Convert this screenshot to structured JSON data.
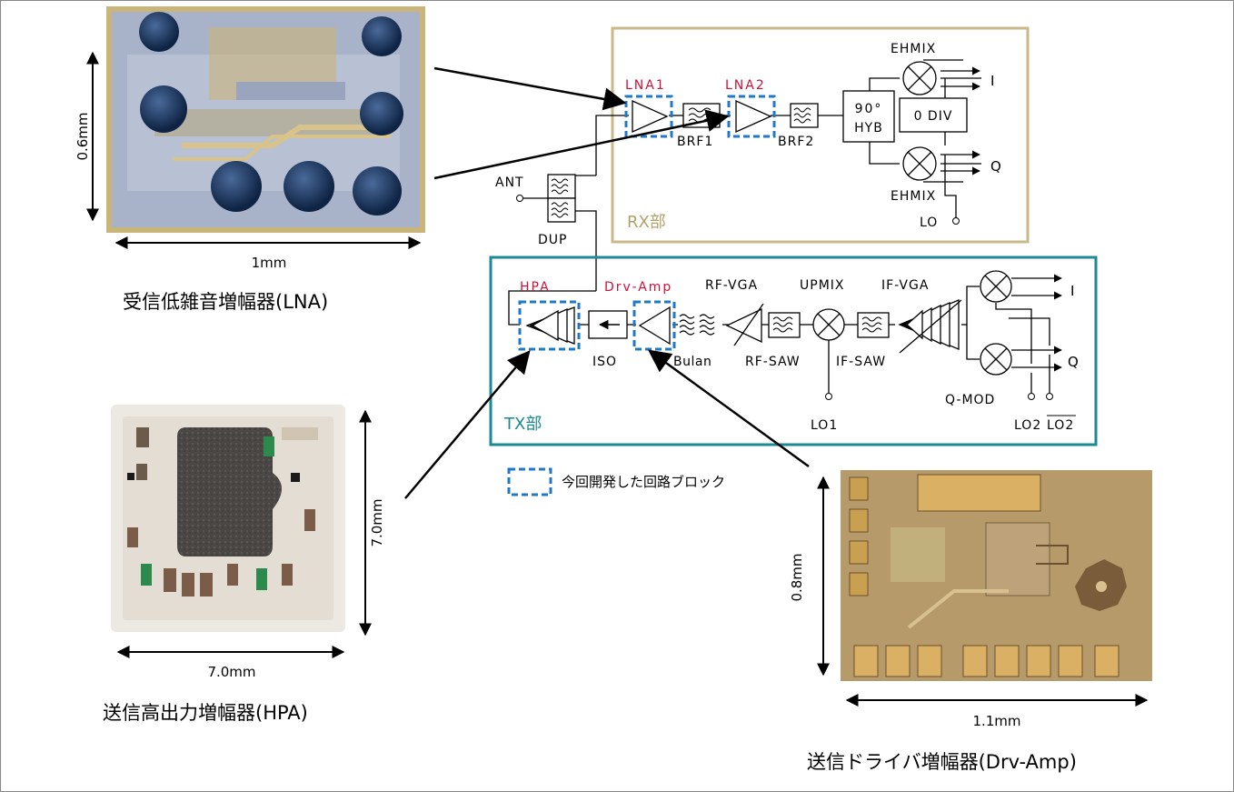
{
  "photos": {
    "lna": {
      "dim_vertical": "0.6mm",
      "dim_horizontal": "1mm",
      "caption": "受信低雑音増幅器(LNA)"
    },
    "hpa": {
      "dim_vertical": "7.0mm",
      "dim_horizontal": "7.0mm",
      "caption": "送信高出力増幅器(HPA)"
    },
    "drv": {
      "dim_vertical": "0.8mm",
      "dim_horizontal": "1.1mm",
      "caption": "送信ドライバ増幅器(Drv-Amp)"
    }
  },
  "rx": {
    "section_label": "RX部",
    "lna1": "LNA1",
    "lna2": "LNA2",
    "brf1": "BRF1",
    "brf2": "BRF2",
    "hyb_top": "90°",
    "hyb_bottom": "HYB",
    "div": "0 DIV",
    "ehmix_top": "EHMIX",
    "ehmix_bottom": "EHMIX",
    "out_i": "I",
    "out_q": "Q",
    "lo": "LO"
  },
  "common": {
    "ant": "ANT",
    "dup": "DUP"
  },
  "tx": {
    "section_label": "TX部",
    "hpa": "HPA",
    "drv_amp": "Drv-Amp",
    "rf_vga": "RF-VGA",
    "upmix": "UPMIX",
    "if_vga": "IF-VGA",
    "iso": "ISO",
    "bulan": "Bulan",
    "rf_saw": "RF-SAW",
    "if_saw": "IF-SAW",
    "q_mod": "Q-MOD",
    "lo1": "LO1",
    "lo2": "LO2",
    "lo2_bar": "LO2",
    "out_i": "I",
    "out_q": "Q"
  },
  "legend": {
    "text": "今回開発した回路ブロック"
  },
  "colors": {
    "rx_border": "#c9b98a",
    "rx_text": "#b3a16a",
    "tx_border": "#1a8a95",
    "tx_text": "#1a8a95",
    "highlight_label": "#d0103a",
    "dash_box": "#1f78c8"
  }
}
